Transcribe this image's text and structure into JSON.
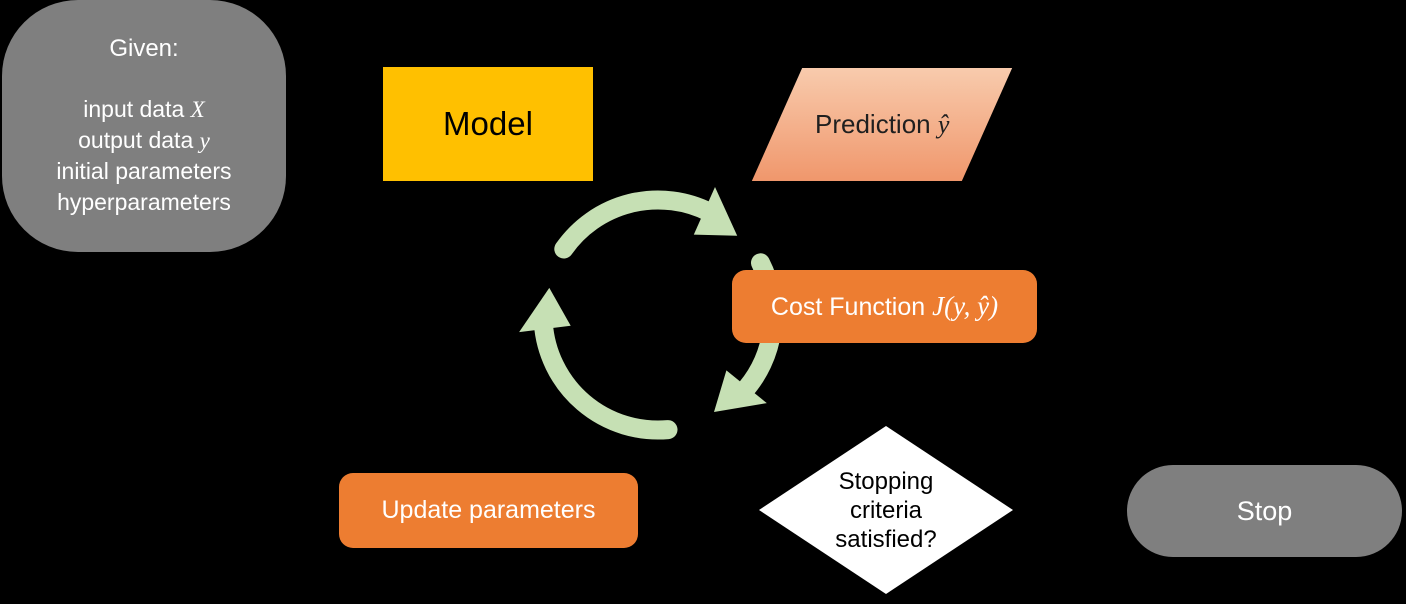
{
  "canvas": {
    "background": "#000000"
  },
  "palette": {
    "gray": "#7F7F7F",
    "yellow": "#FFC000",
    "orange": "#ED7D31",
    "peach_top": "#F8CBAD",
    "peach_bottom": "#F0976C",
    "green_arrows": "#C6E0B4",
    "white": "#FFFFFF"
  },
  "given_box": {
    "title": "Given:",
    "lines": [
      {
        "pre": "input data ",
        "math": "X"
      },
      {
        "pre": "output data ",
        "math": "y"
      },
      {
        "pre": "initial parameters",
        "math": ""
      },
      {
        "pre": "hyperparameters",
        "math": ""
      }
    ]
  },
  "model_box": {
    "label": "Model"
  },
  "prediction_shape": {
    "text": "Prediction ",
    "math": "ŷ"
  },
  "cost_box": {
    "text": "Cost Function ",
    "math": "J(y, ŷ)"
  },
  "update_box": {
    "label": "Update parameters"
  },
  "decision_diamond": {
    "lines": [
      "Stopping",
      "criteria",
      "satisfied?"
    ]
  },
  "stop_pill": {
    "label": "Stop"
  }
}
